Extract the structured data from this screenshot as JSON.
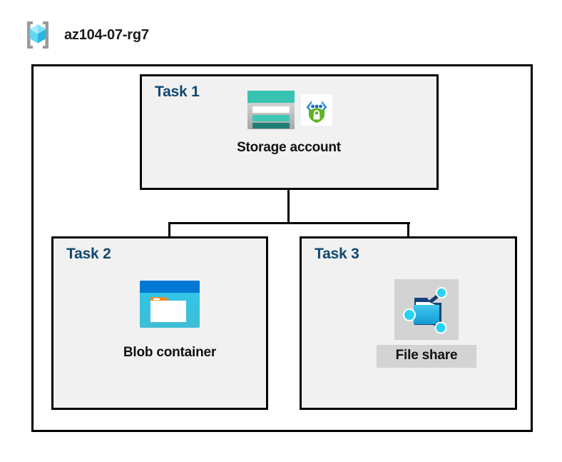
{
  "header": {
    "icon": "resource-group-icon",
    "title": "az104-07-rg7"
  },
  "diagram": {
    "container_name": "resource-group-container",
    "boxes": [
      {
        "id": "task1",
        "label": "Task 1",
        "node": {
          "caption": "Storage account",
          "icons": [
            "storage-account-icon",
            "storage-security-icon"
          ],
          "highlighted": false
        }
      },
      {
        "id": "task2",
        "label": "Task 2",
        "node": {
          "caption": "Blob container",
          "icons": [
            "blob-container-icon"
          ],
          "highlighted": false
        }
      },
      {
        "id": "task3",
        "label": "Task 3",
        "node": {
          "caption": "File share",
          "icons": [
            "file-share-icon"
          ],
          "highlighted": true
        }
      }
    ],
    "connections": [
      {
        "from": "task1",
        "to": "task2"
      },
      {
        "from": "task1",
        "to": "task3"
      }
    ]
  },
  "colors": {
    "task_label": "#11486e",
    "box_fill": "#f1f1f1",
    "box_border": "#000000",
    "highlight": "#d3d3d3",
    "caption": "#111111",
    "azure_blue": "#0078d4",
    "storage_teal": "#37c2b1",
    "shield_green": "#5fb320",
    "blob_cyan": "#32c8e8",
    "folder_tag_orange": "#f28b20",
    "cube_cyan": "#9fe8fa"
  }
}
